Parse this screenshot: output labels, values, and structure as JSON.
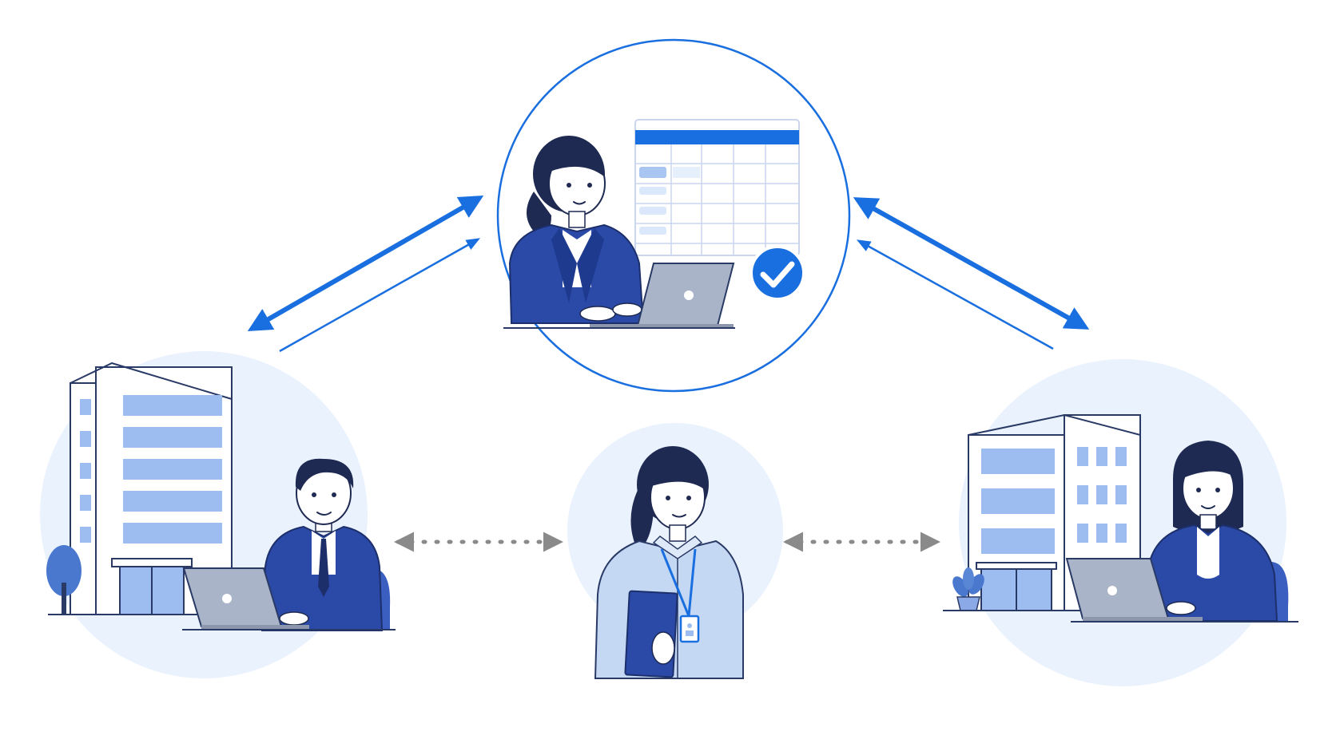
{
  "colors": {
    "background": "#ffffff",
    "primary_blue": "#1a6fe0",
    "navy_suit": "#2b4aa8",
    "dark_navy": "#1d2f6b",
    "light_blue_bg": "#eaf2fd",
    "building_blue": "#9dbdf0",
    "building_outline": "#2a3a66",
    "shirt_light_blue": "#c4d8f3",
    "laptop_gray": "#aab4c8",
    "dotted_arrow_gray": "#8a8a8a",
    "check_blue": "#1a6fe0",
    "skin": "#ffffff",
    "hair": "#1e2a52"
  },
  "nodes": [
    {
      "id": "coordinator",
      "description_icon": "woman-at-laptop-with-spreadsheet-and-check-icon"
    },
    {
      "id": "company-left",
      "description_icon": "office-building-with-man-at-laptop-icon"
    },
    {
      "id": "worker-center",
      "description_icon": "worker-with-badge-and-folder-icon"
    },
    {
      "id": "company-right",
      "description_icon": "office-building-with-woman-at-laptop-icon"
    }
  ],
  "links": [
    {
      "from": "company-left",
      "to": "coordinator",
      "style": "solid-double-arrow"
    },
    {
      "from": "coordinator",
      "to": "company-right",
      "style": "solid-double-arrow"
    },
    {
      "from": "company-left",
      "to": "worker-center",
      "style": "dotted-two-way-arrow"
    },
    {
      "from": "worker-center",
      "to": "company-right",
      "style": "dotted-two-way-arrow"
    }
  ]
}
